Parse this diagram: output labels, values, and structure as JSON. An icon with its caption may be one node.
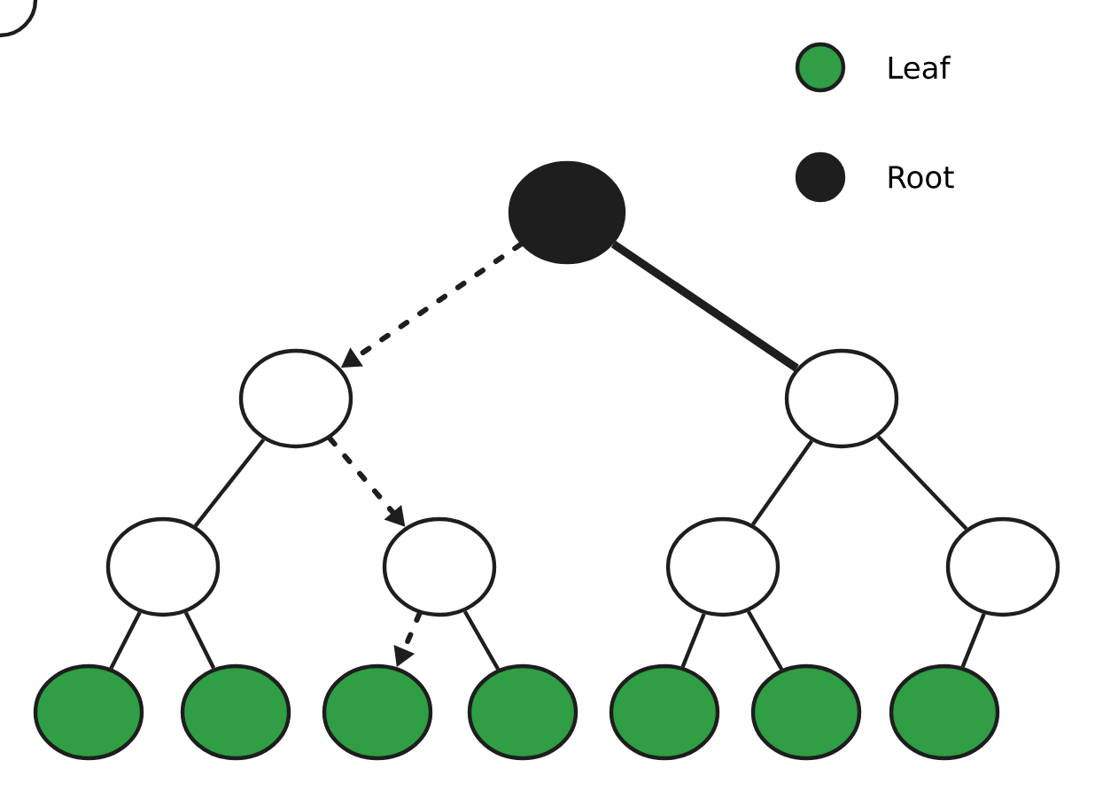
{
  "diagram": {
    "nodes": [
      {
        "text": [],
        "shape": "circle"
      },
      {
        "text": [],
        "shape": "circle"
      },
      {
        "text": [],
        "shape": "circle"
      },
      {
        "text": [],
        "shape": "circle"
      },
      {
        "text": [],
        "shape": "circle"
      },
      {
        "text": [],
        "shape": "circle"
      },
      {
        "text": [],
        "shape": "circle"
      },
      {
        "text": [],
        "shape": "circle"
      },
      {
        "text": [],
        "shape": "circle"
      },
      {
        "text": [],
        "shape": "circle"
      },
      {
        "text": [],
        "shape": "circle"
      },
      {
        "text": [],
        "shape": "circle"
      },
      {
        "text": [],
        "shape": "circle"
      },
      {
        "text": [],
        "shape": "circle"
      },
      {
        "text": [],
        "shape": "circle"
      }
    ],
    "edges": [
      {
        "from": 0,
        "to": 1,
        "arrow": "to",
        "style": "dashed"
      },
      {
        "from": 0,
        "to": 2,
        "arrow": "none",
        "style": "thick"
      },
      {
        "from": 1,
        "to": 3,
        "arrow": "none"
      },
      {
        "from": 1,
        "to": 4,
        "arrow": "to",
        "style": "dashed"
      },
      {
        "from": 2,
        "to": 5,
        "arrow": "none"
      },
      {
        "from": 2,
        "to": 6,
        "arrow": "none"
      },
      {
        "from": 3,
        "to": 7,
        "arrow": "none"
      },
      {
        "from": 3,
        "to": 8,
        "arrow": "none"
      },
      {
        "from": 4,
        "to": 9,
        "arrow": "to",
        "style": "dashed"
      },
      {
        "from": 4,
        "to": 10,
        "arrow": "none"
      },
      {
        "from": 5,
        "to": 11,
        "arrow": "none"
      },
      {
        "from": 5,
        "to": 12,
        "arrow": "none"
      },
      {
        "from": 6,
        "to": 13,
        "arrow": "none"
      }
    ],
    "legend": [
      {
        "text": "Leaf",
        "color": "#2f9e44"
      },
      {
        "text": "Root",
        "color": "#1e1e1e"
      }
    ]
  }
}
